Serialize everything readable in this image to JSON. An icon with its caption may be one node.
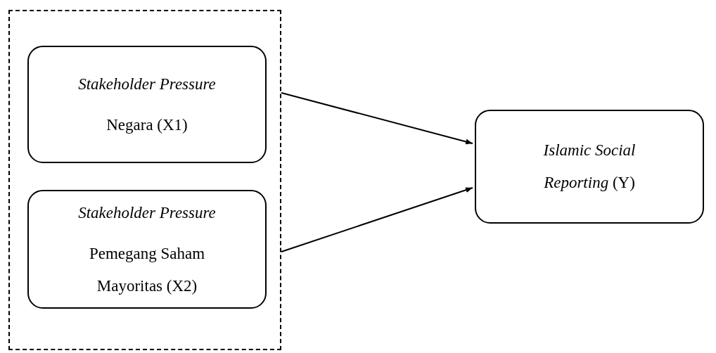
{
  "diagram": {
    "nodes": [
      {
        "text": [],
        "shape": "box"
      },
      {
        "text": [
          "Stakeholder Pressure",
          "Negara (X1)"
        ],
        "in": 0
      },
      {
        "text": [
          "Stakeholder Pressure",
          "Pemegang Saham Mayoritas (X2)"
        ],
        "in": 0
      },
      {
        "text": [
          "*Islamic Social Reporting* (Y)"
        ]
      }
    ],
    "edges": [
      {
        "from": 0,
        "to": 3,
        "arrow": "to"
      },
      {
        "from": 0,
        "to": 3,
        "arrow": "to"
      }
    ]
  }
}
